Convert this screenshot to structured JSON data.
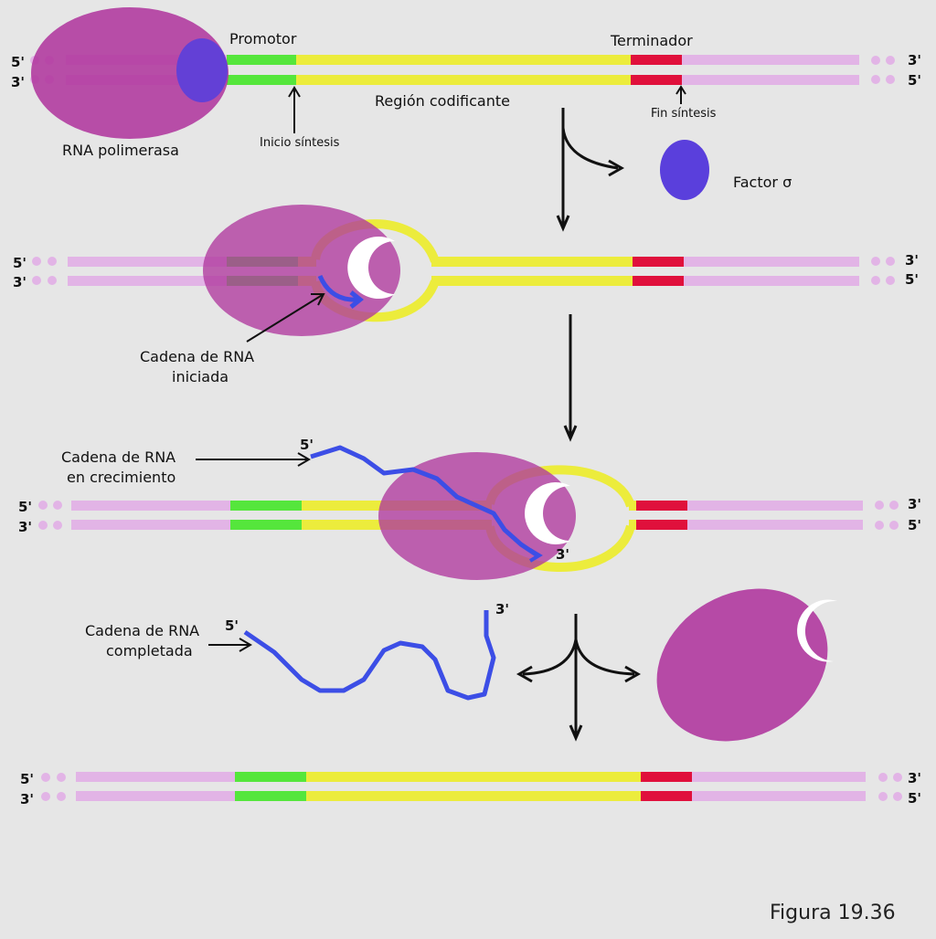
{
  "colors": {
    "background": "#e6e6e6",
    "dna": "#e2b4e6",
    "promoter": "#55e63c",
    "coding": "#ecec3c",
    "terminator": "#e0103c",
    "polymerase": "#b0389e",
    "sigma": "#5a3fdc",
    "rna": "#3c4ee6"
  },
  "labels": {
    "promotor": "Promotor",
    "terminador": "Terminador",
    "region_codificante": "Región codificante",
    "inicio_sintesis": "Inicio síntesis",
    "fin_sintesis": "Fin síntesis",
    "rna_polimerasa": "RNA polimerasa",
    "factor_sigma": "Factor σ",
    "cadena_iniciada_1": "Cadena de RNA",
    "cadena_iniciada_2": "iniciada",
    "cadena_crecimiento_1": "Cadena de RNA",
    "cadena_crecimiento_2": "en crecimiento",
    "cadena_completada_1": "Cadena de RNA",
    "cadena_completada_2": "completada",
    "five_prime": "5'",
    "three_prime": "3'",
    "figura": "Figura 19.36"
  }
}
